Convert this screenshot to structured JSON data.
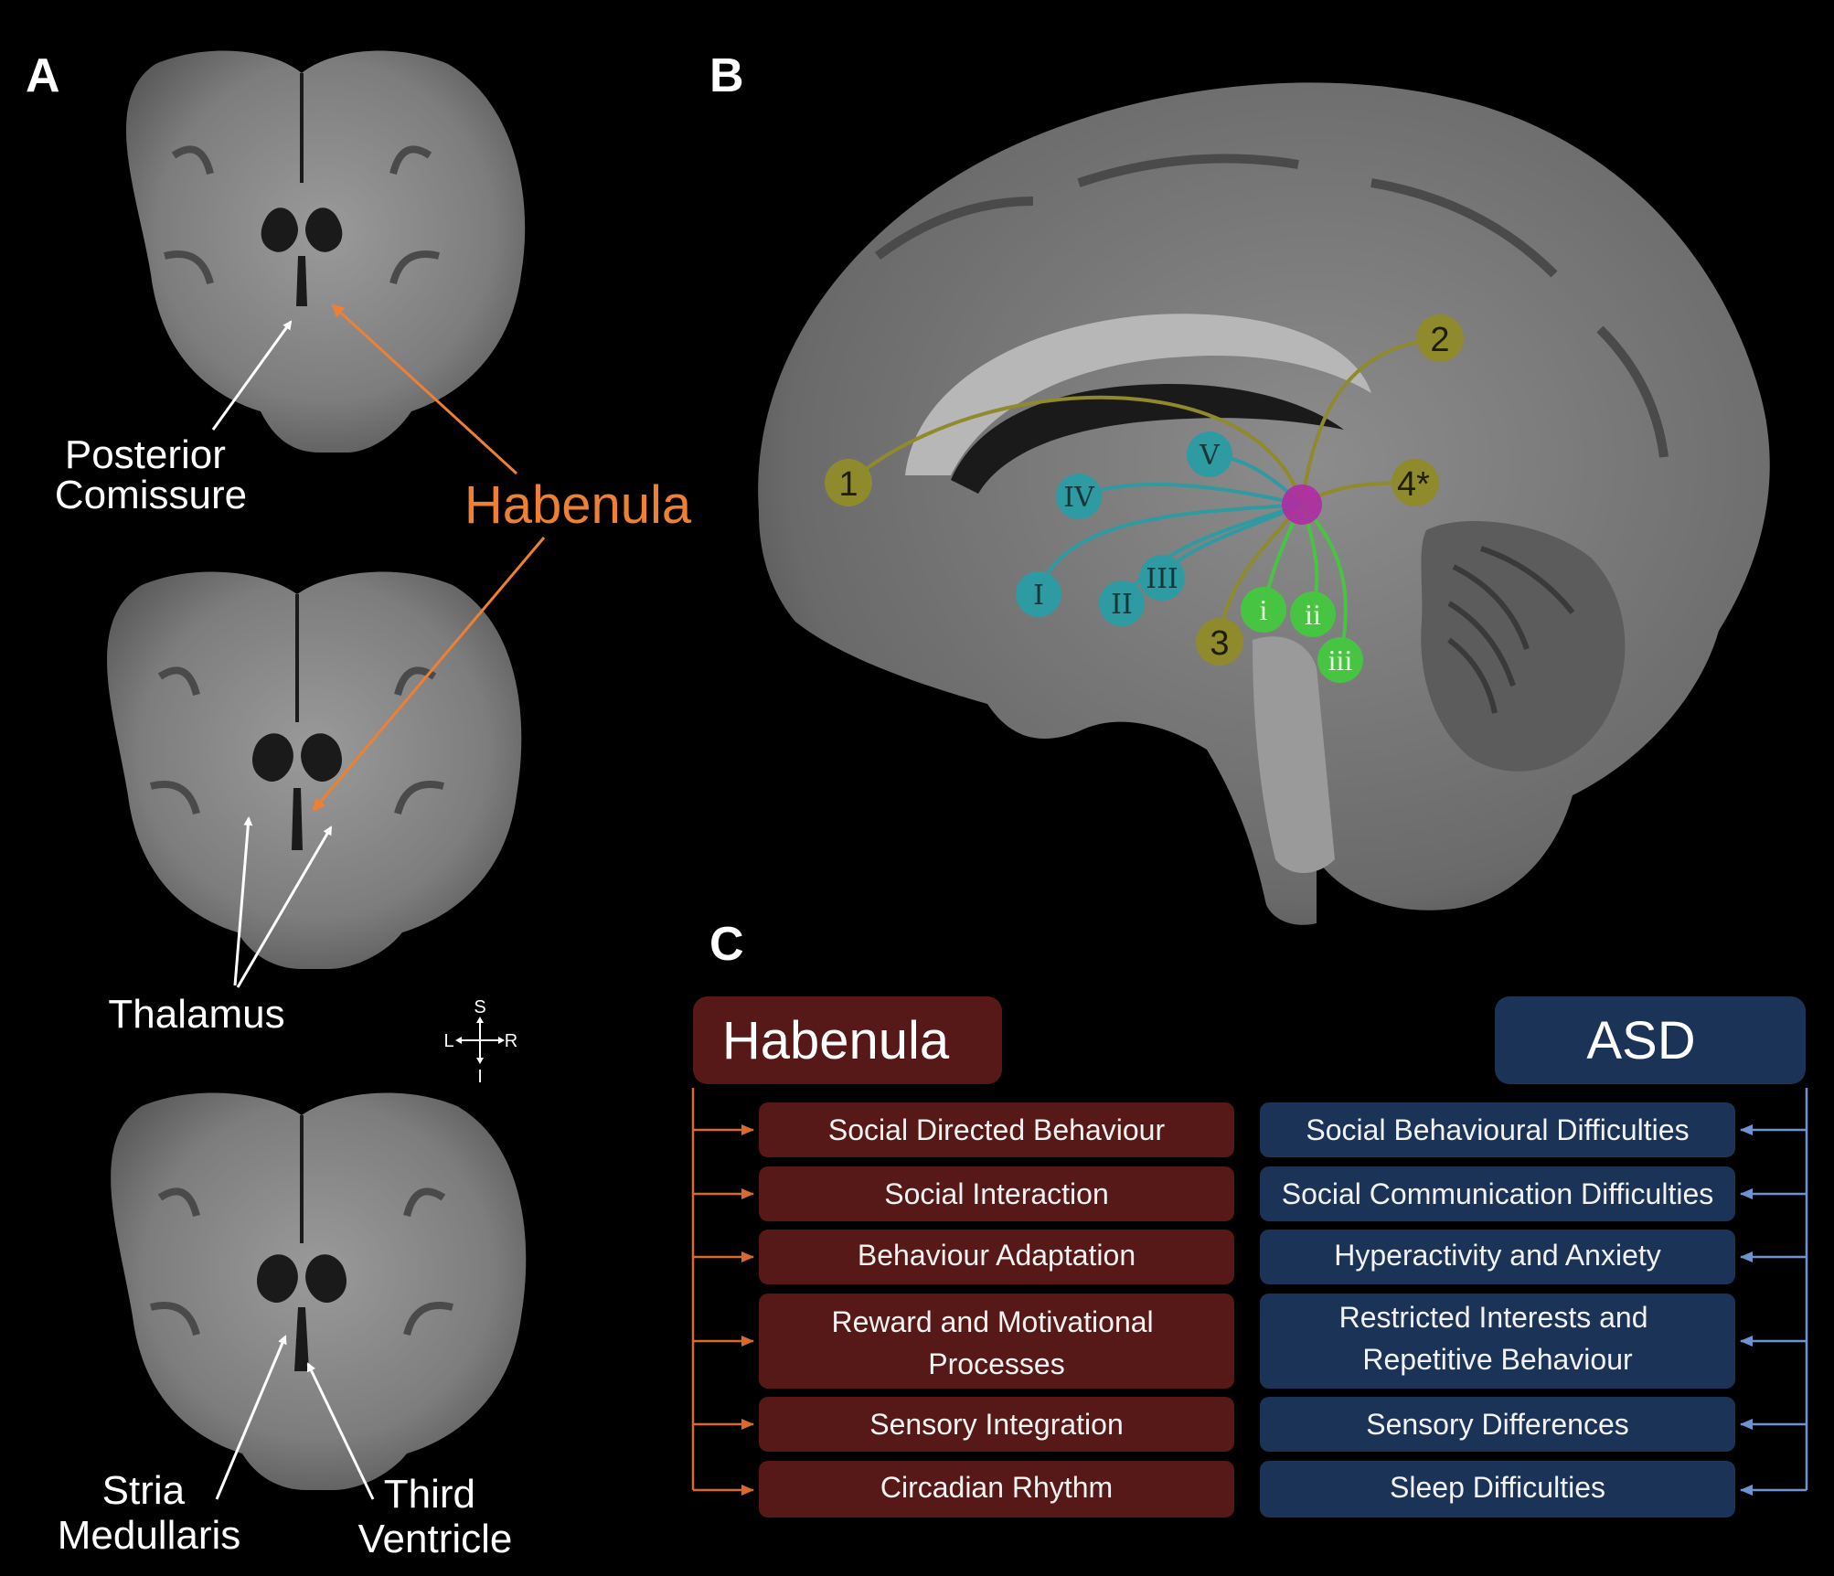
{
  "panel_a": {
    "letter": "A",
    "labels": {
      "posterior_commissure": [
        "Posterior",
        "Comissure"
      ],
      "habenula": "Habenula",
      "thalamus": "Thalamus",
      "stria_medullaris": [
        "Stria",
        "Medullaris"
      ],
      "third_ventricle": [
        "Third",
        "Ventricle"
      ]
    },
    "compass": {
      "superior": "S",
      "inferior": "I",
      "left": "L",
      "right": "R"
    }
  },
  "panel_b": {
    "letter": "B",
    "nodes_olive": [
      "1",
      "2",
      "3",
      "4*"
    ],
    "nodes_teal": [
      "I",
      "II",
      "III",
      "IV",
      "V"
    ],
    "nodes_green": [
      "i",
      "ii",
      "iii"
    ],
    "colors": {
      "olive": "#8f8a2c",
      "teal": "#2e9aa2",
      "green": "#48c443",
      "hub": "#b02aa4"
    }
  },
  "panel_c": {
    "letter": "C",
    "habenula_title": "Habenula",
    "asd_title": "ASD",
    "habenula_items": [
      [
        "Social Directed Behaviour"
      ],
      [
        "Social Interaction"
      ],
      [
        "Behaviour Adaptation"
      ],
      [
        "Reward and Motivational",
        "Processes"
      ],
      [
        "Sensory Integration"
      ],
      [
        "Circadian Rhythm"
      ]
    ],
    "asd_items": [
      [
        "Social Behavioural Difficulties"
      ],
      [
        "Social Communication Difficulties"
      ],
      [
        "Hyperactivity and Anxiety"
      ],
      [
        "Restricted Interests and",
        "Repetitive Behaviour"
      ],
      [
        "Sensory Differences"
      ],
      [
        "Sleep Difficulties"
      ]
    ],
    "colors": {
      "habenula": "#561918",
      "asd": "#1b3356",
      "habenula_arrow": "#d9692c",
      "asd_arrow": "#6f93d0"
    }
  }
}
